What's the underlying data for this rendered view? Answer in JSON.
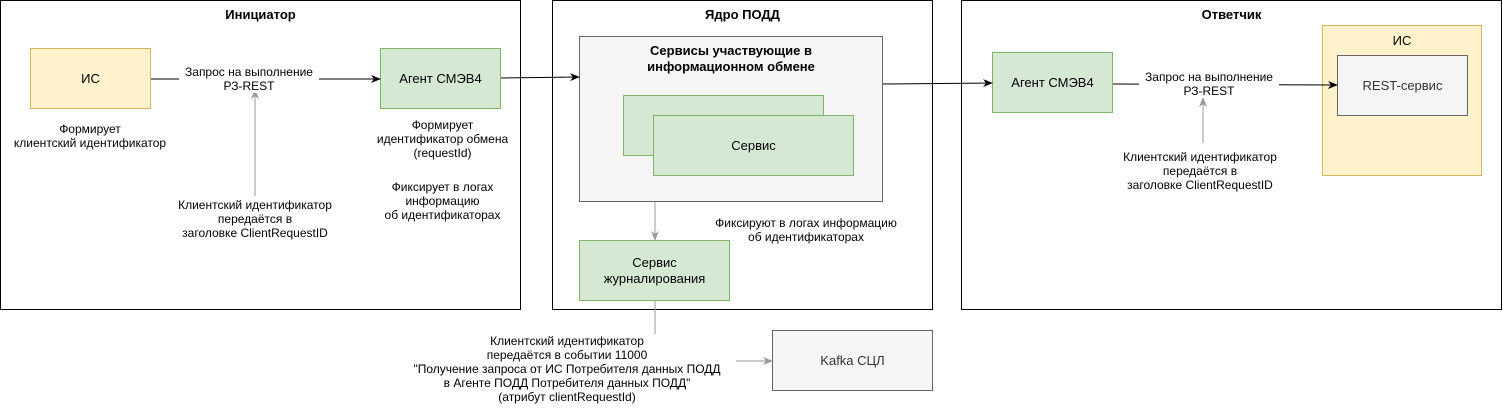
{
  "lanes": {
    "initiator": "Инициатор",
    "core": "Ядро ПОДД",
    "responder": "Ответчик"
  },
  "initiator": {
    "is_box": "ИС",
    "is_caption": "Формирует\nклиентский идентификатор",
    "agent_box": "Агент СМЭВ4",
    "request_label": "Запрос на выполнение\nРЗ-REST",
    "agent_caption": "Формирует\nидентификатор обмена\n(requestId)",
    "agent_log_caption": "Фиксирует в логах\nинформацию\nоб идентификаторах",
    "header_caption": "Клиентский идентификатор\nпередаётся в\nзаголовке ClientRequestID"
  },
  "core": {
    "services_group_title": "Сервисы участвующие в\nинформационном обмене",
    "service_box": "Сервис",
    "log_service_box": "Сервис\nжурналирования",
    "log_caption": "Фиксируют в логах информацию\nоб идентификаторах",
    "event_caption": "Клиентский идентификатор\nпередаётся в событии 11000\n\"Получение запроса от ИС Потребителя данных ПОДД\nв Агенте ПОДД Потребителя данных ПОДД\"\n(атрибут clientRequestId)",
    "kafka_box": "Kafka СЦЛ"
  },
  "responder": {
    "agent_box": "Агент СМЭВ4",
    "request_label": "Запрос на выполнение\nРЗ-REST",
    "header_caption": "Клиентский идентификатор\nпередаётся в\nзаголовке ClientRequestID",
    "is_group_title": "ИС",
    "rest_box": "REST-сервис"
  },
  "colors": {
    "yellow_fill": "#fff2cc",
    "yellow_stroke": "#d6b656",
    "green_fill": "#d5e8d4",
    "green_stroke": "#82b366",
    "grey_fill": "#f5f5f5",
    "grey_stroke": "#666666"
  }
}
